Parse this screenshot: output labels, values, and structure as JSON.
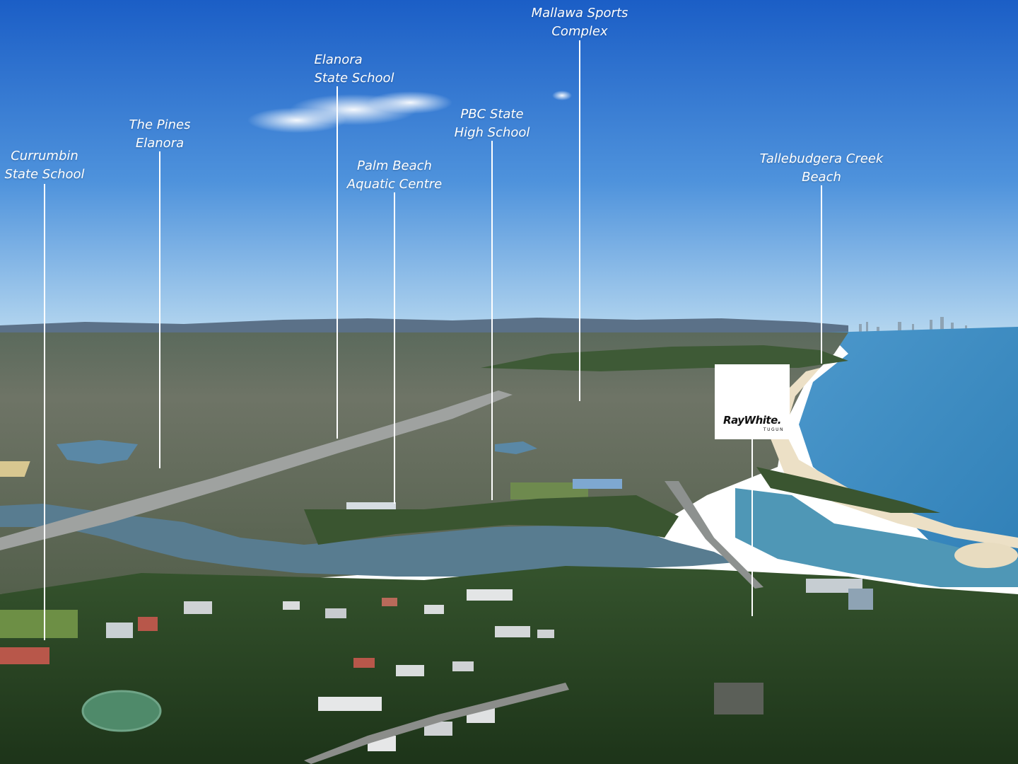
{
  "labels": [
    {
      "id": "currumbin-state-school",
      "lines": [
        "Currumbin",
        "State School"
      ]
    },
    {
      "id": "the-pines-elanora",
      "lines": [
        "The Pines",
        "Elanora"
      ]
    },
    {
      "id": "elanora-state-school",
      "lines": [
        "Elanora",
        "State School"
      ]
    },
    {
      "id": "palm-beach-aquatic-centre",
      "lines": [
        "Palm Beach",
        "Aquatic Centre"
      ]
    },
    {
      "id": "pbc-state-high-school",
      "lines": [
        "PBC State",
        "High School"
      ]
    },
    {
      "id": "mallawa-sports-complex",
      "lines": [
        "Mallawa Sports",
        "Complex"
      ]
    },
    {
      "id": "tallebudgera-creek-beach",
      "lines": [
        "Tallebudgera Creek",
        "Beach"
      ]
    }
  ],
  "logo": {
    "brand": "RayWhite.",
    "office": "TUGUN",
    "background": "#ffffff",
    "text_color": "#111111"
  },
  "colors": {
    "sky_top": "#1f63c9",
    "sky_horizon": "#a9d0ee",
    "ocean": "#3f8fc4",
    "water": "#56849a",
    "bush": "#2f4f2a",
    "sand": "#e9dcc2",
    "label": "#ffffff"
  }
}
